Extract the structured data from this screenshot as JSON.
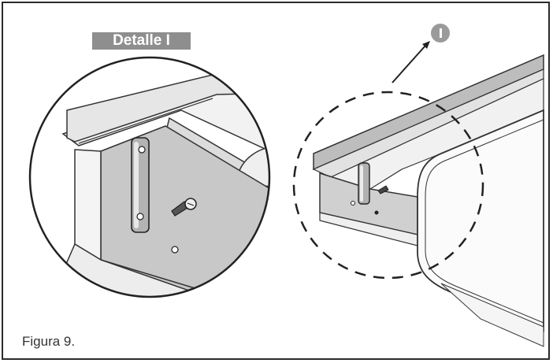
{
  "figure": {
    "caption": "Figura 9.",
    "detail_label": "Detalle I",
    "callout_marker": "I"
  },
  "colors": {
    "frame": "#2b2b2b",
    "tag_bg": "#8e8e8e",
    "marker_bg": "#9a9a9a",
    "line": "#333333",
    "panel_light": "#eeeeee",
    "panel_mid": "#cfcfcf",
    "panel_dark": "#bdbdbd"
  },
  "icons": [
    "screw-icon",
    "bracket-icon",
    "callout-marker-icon"
  ]
}
